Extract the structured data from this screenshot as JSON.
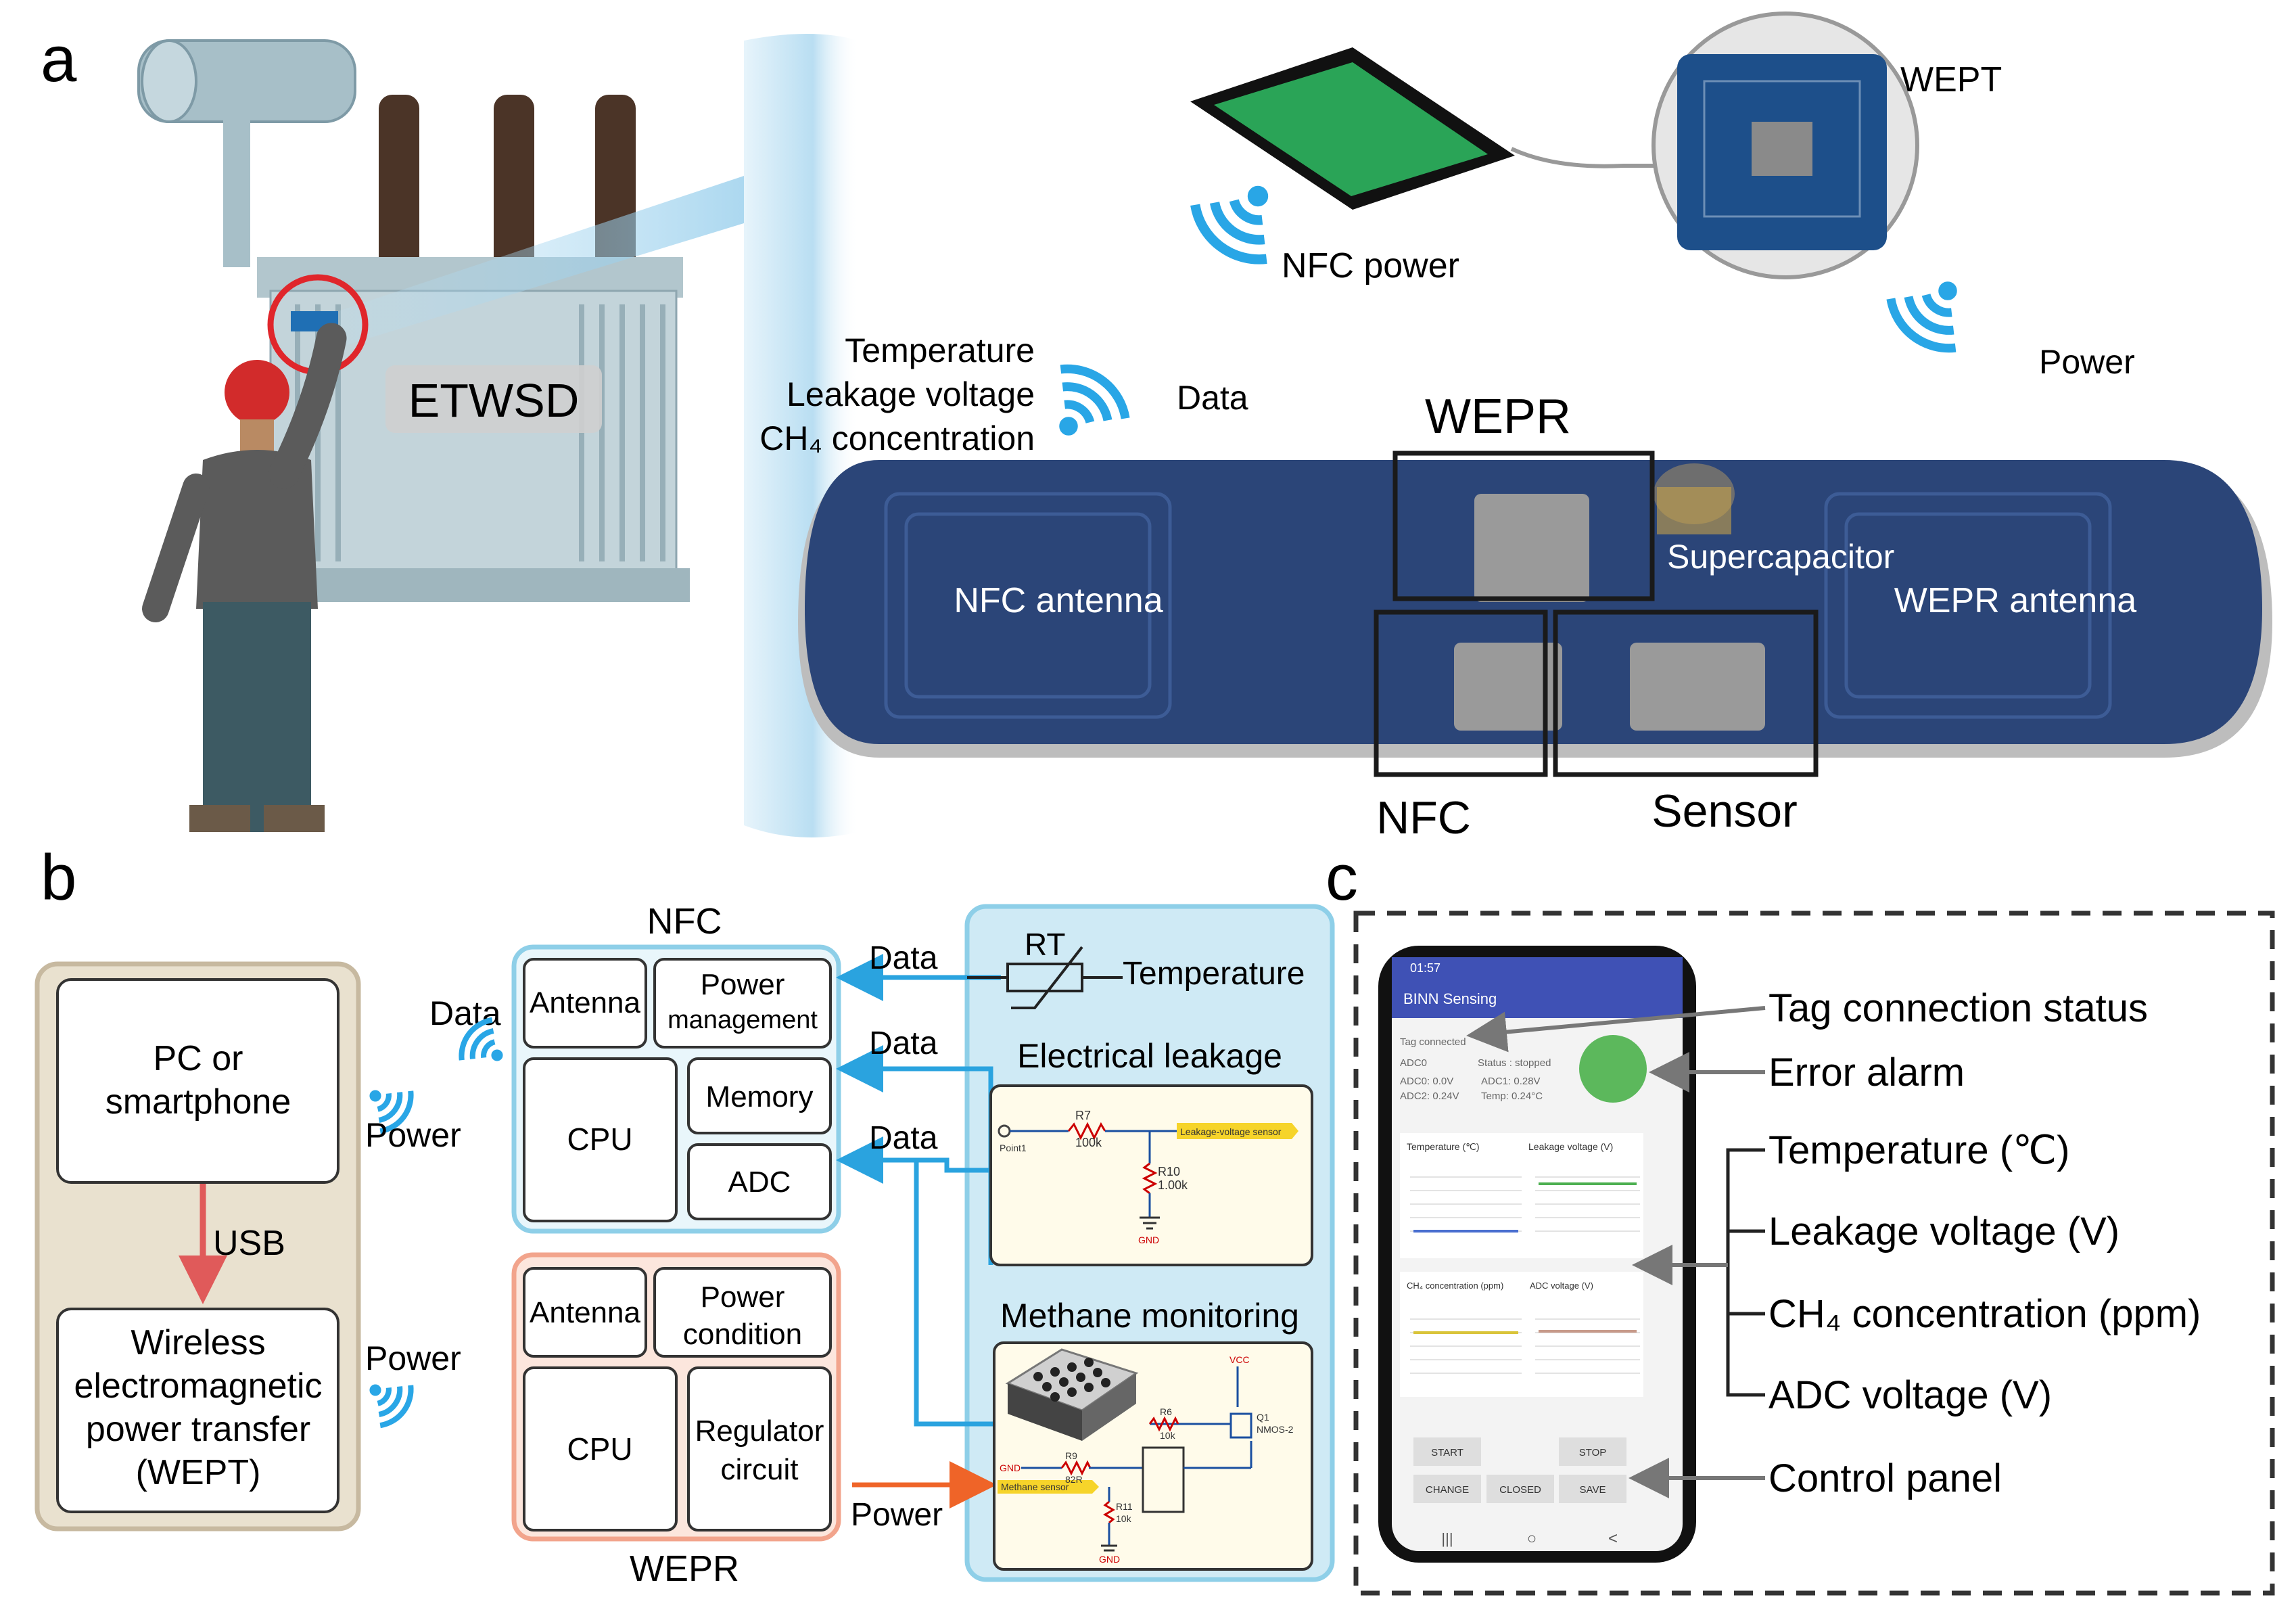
{
  "panels": {
    "a": {
      "letter": "a"
    },
    "b": {
      "letter": "b"
    },
    "c": {
      "letter": "c"
    }
  },
  "a": {
    "device_label": "ETWSD",
    "wept_label": "WEPT",
    "nfc_power_label": "NFC power",
    "power_label": "Power",
    "data_label": "Data",
    "measurements": [
      "Temperature",
      "Leakage voltage",
      "CH₄ concentration"
    ],
    "board": {
      "wepr_label": "WEPR",
      "nfc_antenna_label": "NFC antenna",
      "supercapacitor_label": "Supercapacitor",
      "wepr_antenna_label": "WEPR antenna",
      "nfc_label": "NFC",
      "sensor_label": "Sensor"
    }
  },
  "b": {
    "pc_label_1": "PC or",
    "pc_label_2": "smartphone",
    "usb_label": "USB",
    "wept_lines": [
      "Wireless",
      "electromagnetic",
      "power transfer",
      "(WEPT)"
    ],
    "power_label_1": "Power",
    "power_label_2": "Power",
    "data_label_left": "Data",
    "nfc": {
      "title": "NFC",
      "antenna": "Antenna",
      "power_mgmt_1": "Power",
      "power_mgmt_2": "management",
      "cpu": "CPU",
      "memory": "Memory",
      "adc": "ADC"
    },
    "wepr": {
      "title": "WEPR",
      "antenna": "Antenna",
      "power_cond_1": "Power",
      "power_cond_2": "condition",
      "cpu": "CPU",
      "regulator_1": "Regulator",
      "regulator_2": "circuit"
    },
    "sensors": {
      "data_1": "Data",
      "data_2": "Data",
      "data_3": "Data",
      "power": "Power",
      "rt_label": "RT",
      "temperature_label": "Temperature",
      "leakage_title": "Electrical leakage",
      "methane_title": "Methane monitoring",
      "leak_schem": {
        "r7": "R7",
        "r7_val": "100k",
        "r10": "R10",
        "r10_val": "1.00k",
        "point": "Point1",
        "tag": "Leakage-voltage sensor",
        "gnd": "GND"
      },
      "methane_schem": {
        "vcc": "VCC",
        "r6": "R6",
        "r6_val": "10k",
        "q1": "Q1",
        "q1_type": "NMOS-2",
        "r9": "R9",
        "r9_val": "82R",
        "r11": "R11",
        "r11_val": "10k",
        "gnd_left": "GND",
        "gnd_bottom": "GND",
        "tag": "Methane sensor"
      }
    }
  },
  "c": {
    "phone": {
      "time": "01:57",
      "app_title": "BINN Sensing",
      "tag_status": "Tag connected",
      "adc0_header": "ADC0",
      "status": "Status : stopped",
      "adc0": "ADC0: 0.0V",
      "adc1": "ADC1: 0.28V",
      "adc2": "ADC2: 0.24V",
      "temp": "Temp: 0.24°C",
      "chart_temp_title": "Temperature (℃)",
      "chart_leak_title": "Leakage voltage (V)",
      "chart_ch4_title": "CH₄ concentration (ppm)",
      "chart_adc_title": "ADC voltage (V)",
      "buttons": {
        "start": "START",
        "stop": "STOP",
        "change": "CHANGE",
        "closed": "CLOSED",
        "save": "SAVE"
      },
      "nav": {
        "recent": "|||",
        "home": "○",
        "back": "<"
      }
    },
    "annotations": {
      "tag": "Tag connection status",
      "alarm": "Error alarm",
      "temp": "Temperature (℃)",
      "leak": "Leakage voltage (V)",
      "ch4": "CH₄ concentration (ppm)",
      "adc": "ADC voltage (V)",
      "control": "Control panel"
    }
  },
  "colors": {
    "nfc_box": "#8ecfe8",
    "nfc_fill": "#e9f6fb",
    "wepr_box": "#f2a48c",
    "wepr_fill": "#fce6dd",
    "host_box": "#c7b9a0",
    "host_fill": "#e9e1cf",
    "sensor_fill": "#cfeaf5",
    "wifi_blue": "#29a6e6",
    "arrow_blue": "#2aa3df",
    "power_orange": "#ef6428",
    "usb_red": "#e05a5a",
    "board_navy": "#2b4578",
    "alarm_green": "#5cb85c",
    "app_bar": "#3f51b5"
  }
}
